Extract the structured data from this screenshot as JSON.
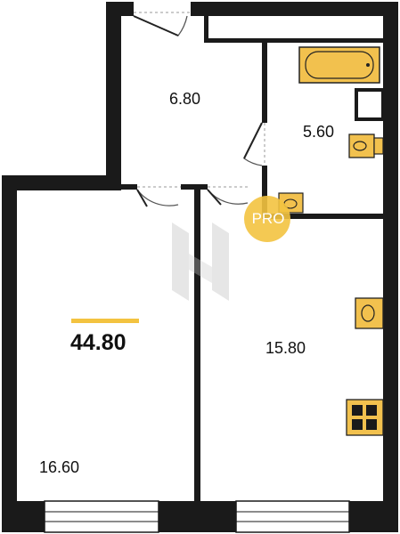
{
  "plan": {
    "total_area": "44.80",
    "rooms": [
      {
        "id": "hall",
        "area": "6.80"
      },
      {
        "id": "bathroom",
        "area": "5.60"
      },
      {
        "id": "kitchen",
        "area": "15.80"
      },
      {
        "id": "living",
        "area": "16.60"
      }
    ],
    "badge": "PRO"
  },
  "colors": {
    "wall": "#1a1a1a",
    "accent": "#f3c340",
    "fixture_fill": "#f2c14e",
    "badge": "#f3c340"
  }
}
